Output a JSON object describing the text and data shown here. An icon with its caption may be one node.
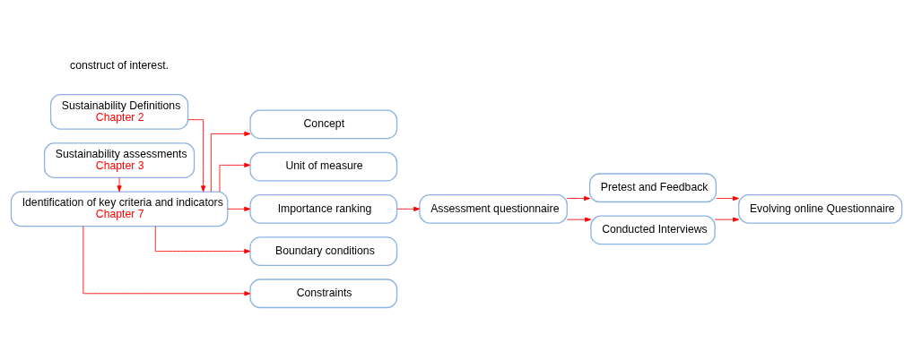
{
  "diagram": {
    "nodes": [
      {
        "text": [
          "Sustainability Definitions",
          "Chapter 2"
        ]
      },
      {
        "text": [
          "Identification of key criteria and indicators",
          "Chapter 7"
        ]
      },
      {
        "text": [
          "Sustainability assessments",
          "Chapter 3"
        ]
      },
      {
        "text": [
          "Concept"
        ]
      },
      {
        "text": [
          "Unit of measure"
        ]
      },
      {
        "text": [
          "Importance ranking"
        ]
      },
      {
        "text": [
          "Boundary conditions"
        ]
      },
      {
        "text": [
          "Constraints"
        ]
      },
      {
        "text": [
          "Assessment questionnaire"
        ]
      },
      {
        "text": [
          "Pretest and Feedback"
        ]
      },
      {
        "text": [
          "Evolving online Questionnaire"
        ]
      },
      {
        "text": [
          "Conducted Interviews"
        ]
      }
    ],
    "edges": [
      {
        "from": 0,
        "to": 1,
        "arrow": "to"
      },
      {
        "from": 2,
        "to": 1,
        "arrow": "to"
      },
      {
        "from": 1,
        "to": 3,
        "arrow": "to"
      },
      {
        "from": 1,
        "to": 4,
        "arrow": "to"
      },
      {
        "from": 1,
        "to": 5,
        "arrow": "to"
      },
      {
        "from": 1,
        "to": 6,
        "arrow": "to"
      },
      {
        "from": 1,
        "to": 7,
        "arrow": "to"
      },
      {
        "from": 5,
        "to": 8,
        "arrow": "to"
      },
      {
        "from": 8,
        "to": 9,
        "arrow": "to"
      },
      {
        "from": 8,
        "to": 11,
        "arrow": "to"
      },
      {
        "from": 9,
        "to": 10,
        "arrow": "to"
      },
      {
        "from": 11,
        "to": 10,
        "arrow": "to"
      }
    ],
    "labels": [
      "construct of interest."
    ]
  }
}
